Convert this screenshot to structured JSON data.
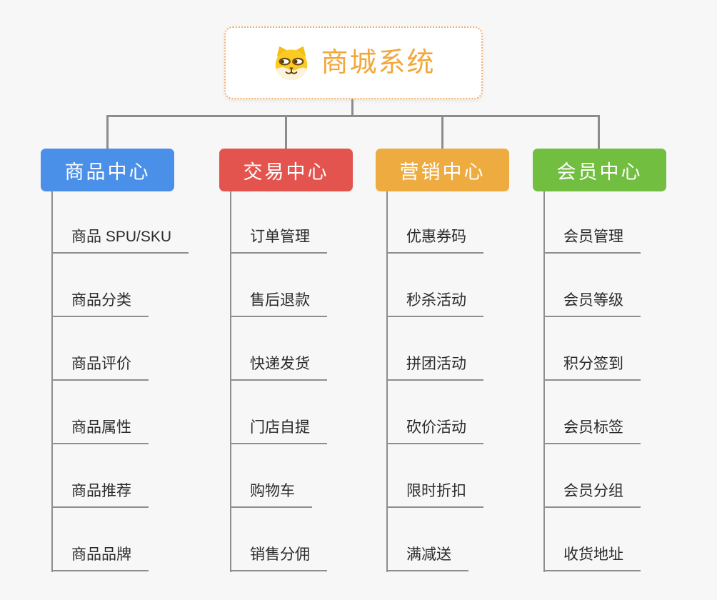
{
  "canvas": {
    "background_color": "#F7F7F7",
    "connector_color": "#8C8C8C"
  },
  "root": {
    "title": "商城系统",
    "icon": "dog-face-icon",
    "text_color": "#F2A73B",
    "border_color": "#EFAE72"
  },
  "branches": [
    {
      "label": "商品中心",
      "color": "#4B90E8",
      "items": [
        "商品 SPU/SKU",
        "商品分类",
        "商品评价",
        "商品属性",
        "商品推荐",
        "商品品牌"
      ]
    },
    {
      "label": "交易中心",
      "color": "#E4544F",
      "items": [
        "订单管理",
        "售后退款",
        "快递发货",
        "门店自提",
        "购物车",
        "销售分佣"
      ]
    },
    {
      "label": "营销中心",
      "color": "#EEAC40",
      "items": [
        "优惠券码",
        "秒杀活动",
        "拼团活动",
        "砍价活动",
        "限时折扣",
        "满减送"
      ]
    },
    {
      "label": "会员中心",
      "color": "#72BE41",
      "items": [
        "会员管理",
        "会员等级",
        "积分签到",
        "会员标签",
        "会员分组",
        "收货地址"
      ]
    }
  ]
}
